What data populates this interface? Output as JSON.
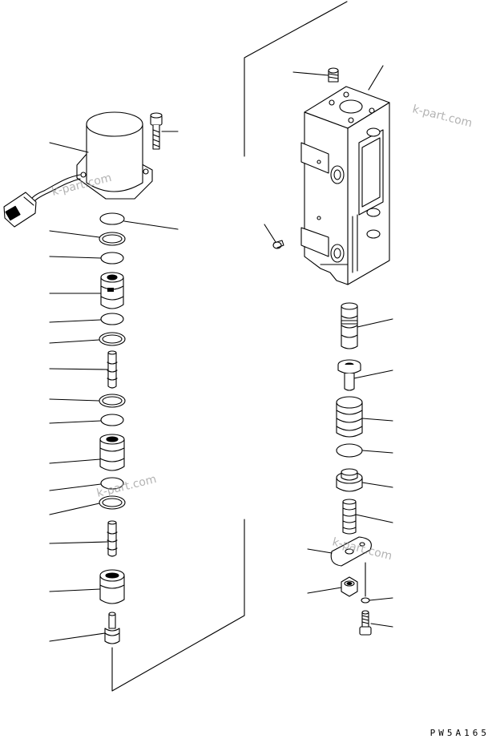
{
  "watermark": "k-part.com",
  "drawing_code": "PW5A165",
  "parts": {
    "left": [
      "solenoid",
      "bolt",
      "o-ring",
      "ring",
      "o-ring",
      "sleeve",
      "o-ring",
      "ring",
      "spool",
      "ring",
      "o-ring",
      "sleeve",
      "o-ring",
      "ring",
      "spool",
      "sleeve",
      "plug"
    ],
    "right": [
      "set-screw",
      "valve-body",
      "plug",
      "spool",
      "piston",
      "spring",
      "o-ring",
      "seat",
      "spring",
      "plate",
      "nut",
      "washer",
      "bolt"
    ]
  },
  "colors": {
    "ink": "#000000",
    "watermark": "#9a9a9a"
  }
}
